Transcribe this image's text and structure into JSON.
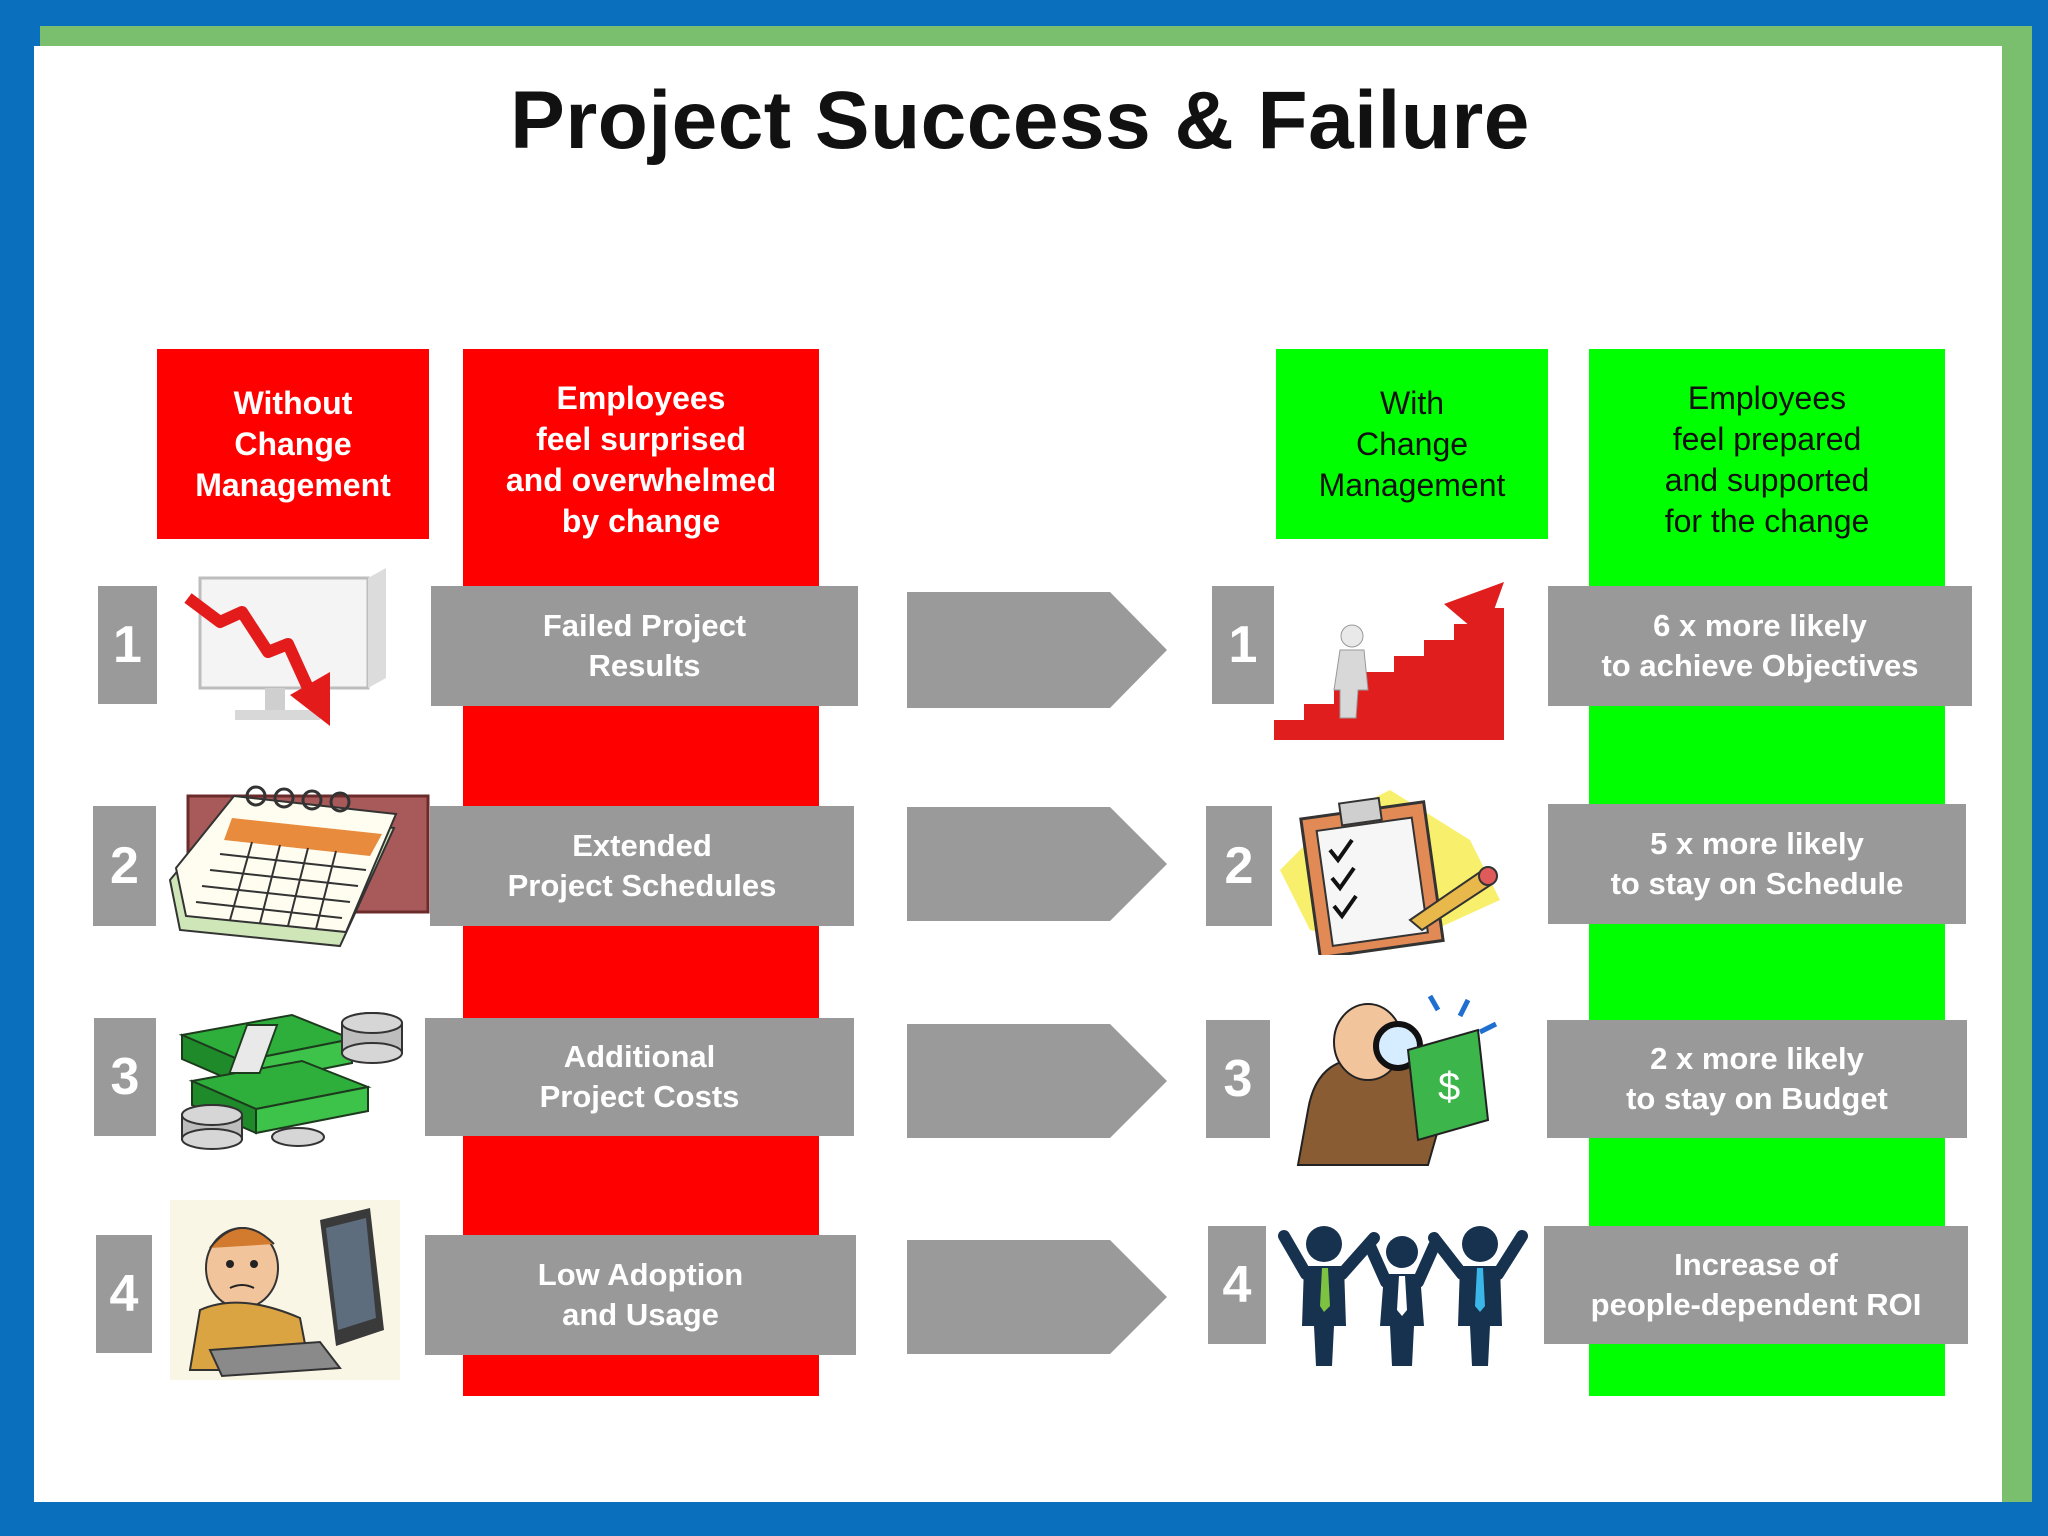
{
  "title": "Project Success & Failure",
  "colors": {
    "frame": "#0a6fbd",
    "red": "#ff0000",
    "green": "#00ff00",
    "grey": "#999999"
  },
  "left": {
    "header": "Without\nChange\nManagement",
    "column_header": "Employees\nfeel surprised\nand overwhelmed\nby change",
    "items": [
      {
        "num": "1",
        "text": "Failed Project\nResults",
        "icon": "declining-chart-icon"
      },
      {
        "num": "2",
        "text": "Extended\nProject Schedules",
        "icon": "calendar-icon"
      },
      {
        "num": "3",
        "text": "Additional\nProject Costs",
        "icon": "money-stack-icon"
      },
      {
        "num": "4",
        "text": "Low Adoption\nand Usage",
        "icon": "frustrated-user-icon"
      }
    ]
  },
  "right": {
    "header": "With\nChange\nManagement",
    "column_header": "Employees\nfeel prepared\nand supported\nfor the change",
    "items": [
      {
        "num": "1",
        "text": "6 x more likely\nto achieve Objectives",
        "icon": "stairs-up-icon"
      },
      {
        "num": "2",
        "text": "5 x more likely\nto stay on Schedule",
        "icon": "checklist-icon"
      },
      {
        "num": "3",
        "text": "2 x more likely\nto stay on Budget",
        "icon": "budget-inspector-icon"
      },
      {
        "num": "4",
        "text": "Increase of\npeople-dependent ROI",
        "icon": "team-celebrating-icon"
      }
    ]
  }
}
